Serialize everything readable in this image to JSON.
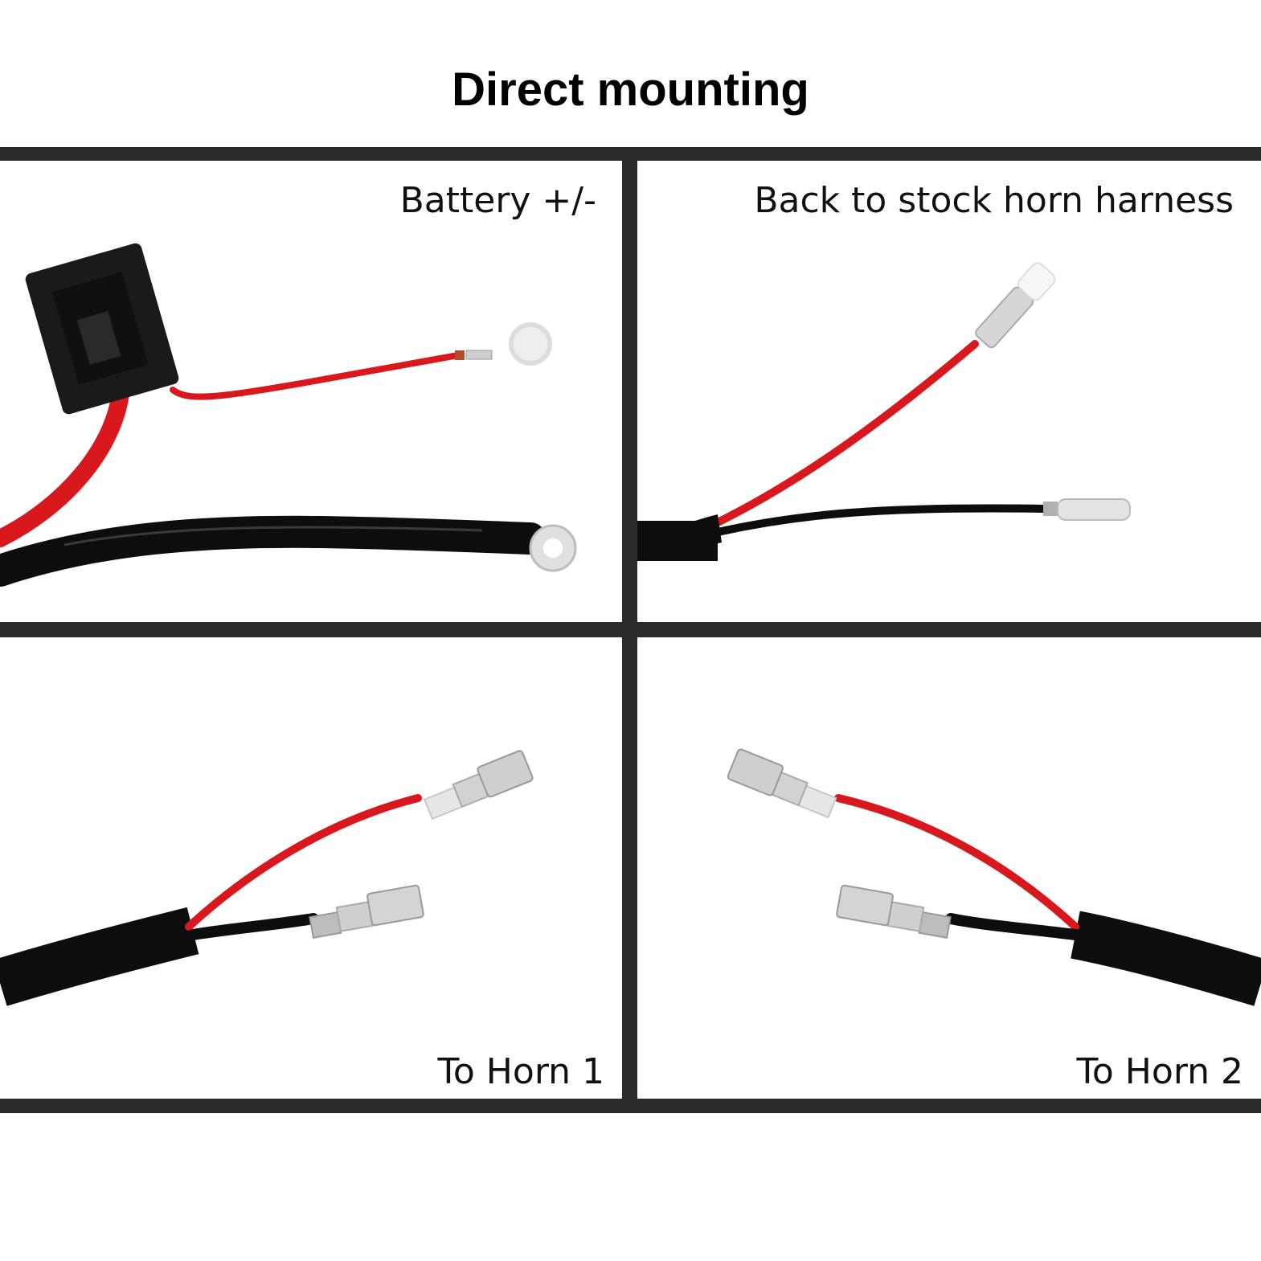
{
  "title": "Direct mounting",
  "panels": [
    {
      "label": "Battery +/-",
      "content": "fuse-holder-wire-photo"
    },
    {
      "label": "Back to stock horn harness",
      "content": "connector-wires-photo"
    },
    {
      "label": "To Horn 1",
      "content": "spade-terminal-wires-photo"
    },
    {
      "label": "To Horn 2",
      "content": "spade-terminal-wires-photo"
    }
  ],
  "colors": {
    "frame": "#2a2a2a",
    "wire_red": "#d8181c",
    "wire_black": "#0d0d0d",
    "terminal": "#c9c9c9"
  }
}
